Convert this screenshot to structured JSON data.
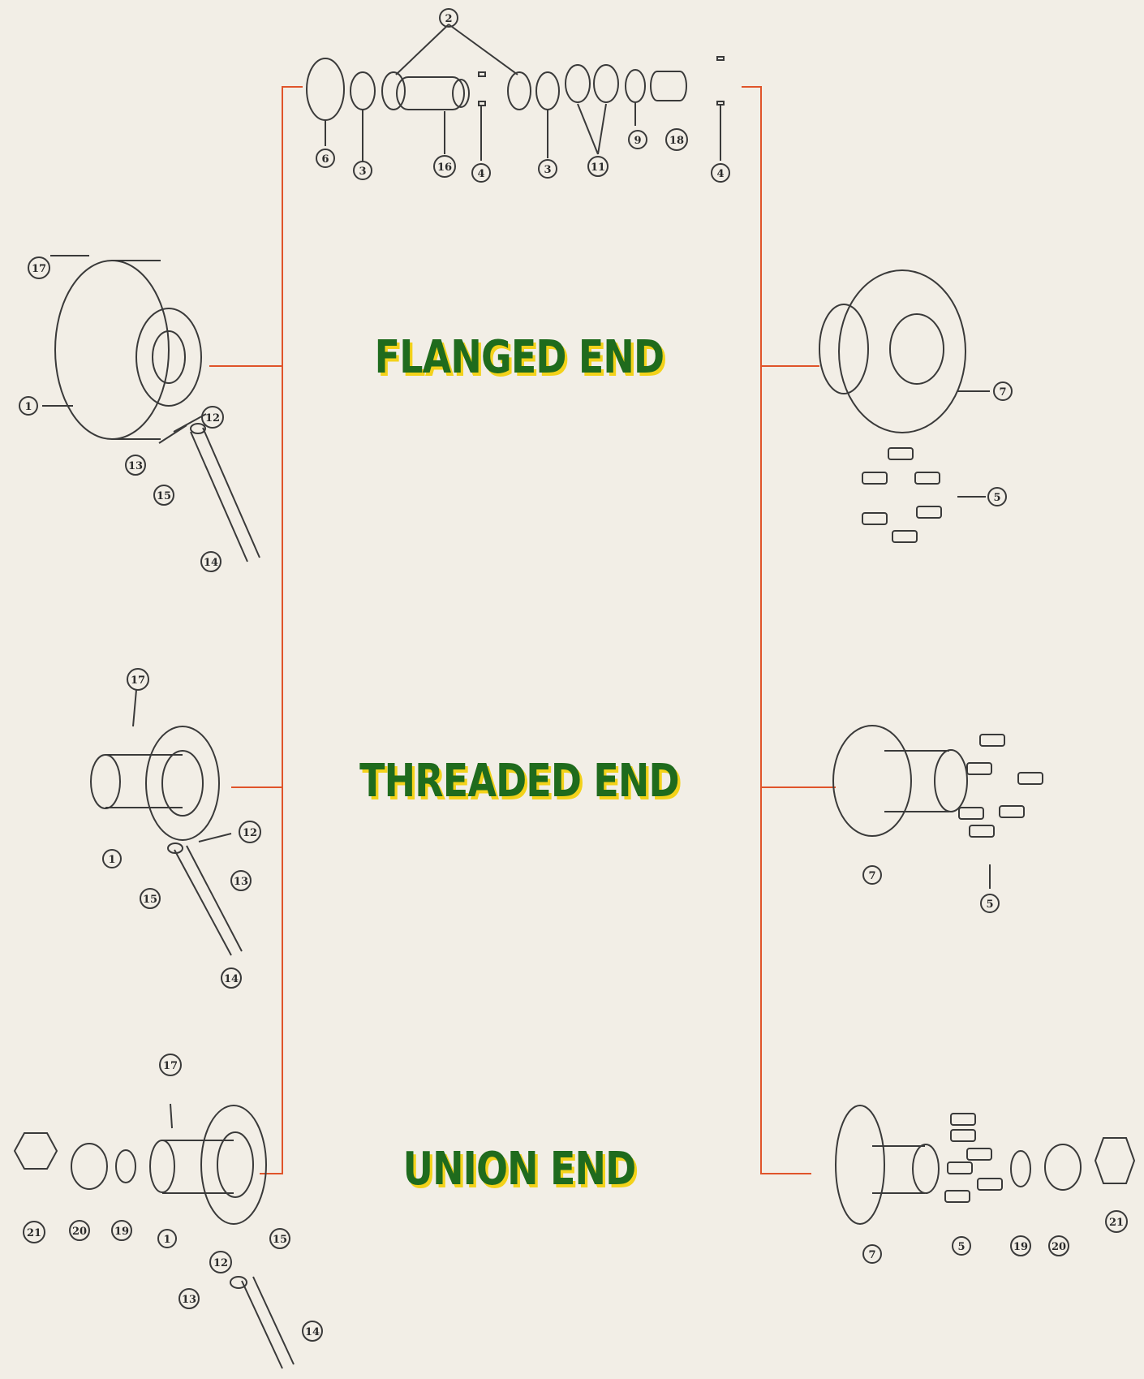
{
  "sections": {
    "flanged": "FLANGED END",
    "threaded": "THREADED END",
    "union": "UNION END"
  },
  "callouts": {
    "p2": "2",
    "p6": "6",
    "p3a": "3",
    "p16": "16",
    "p4a": "4",
    "p3b": "3",
    "p11": "11",
    "p9": "9",
    "p18": "18",
    "p4b": "4",
    "f17": "17",
    "f1": "1",
    "f12": "12",
    "f13": "13",
    "f15": "15",
    "f14": "14",
    "f7": "7",
    "f5": "5",
    "t17": "17",
    "t1": "1",
    "t12": "12",
    "t13": "13",
    "t15": "15",
    "t14": "14",
    "t7": "7",
    "t5": "5",
    "u17": "17",
    "u21": "21",
    "u20": "20",
    "u19": "19",
    "u1": "1",
    "u12": "12",
    "u15": "15",
    "u13": "13",
    "u14": "14",
    "u7": "7",
    "u5": "5",
    "u19r": "19",
    "u20r": "20",
    "u21r": "21"
  },
  "colors": {
    "background": "#f2eee6",
    "line": "#e0542a",
    "title_fill": "#1f6b1d",
    "title_shadow": "#f3d21a",
    "drawing": "#3a3a3a"
  }
}
